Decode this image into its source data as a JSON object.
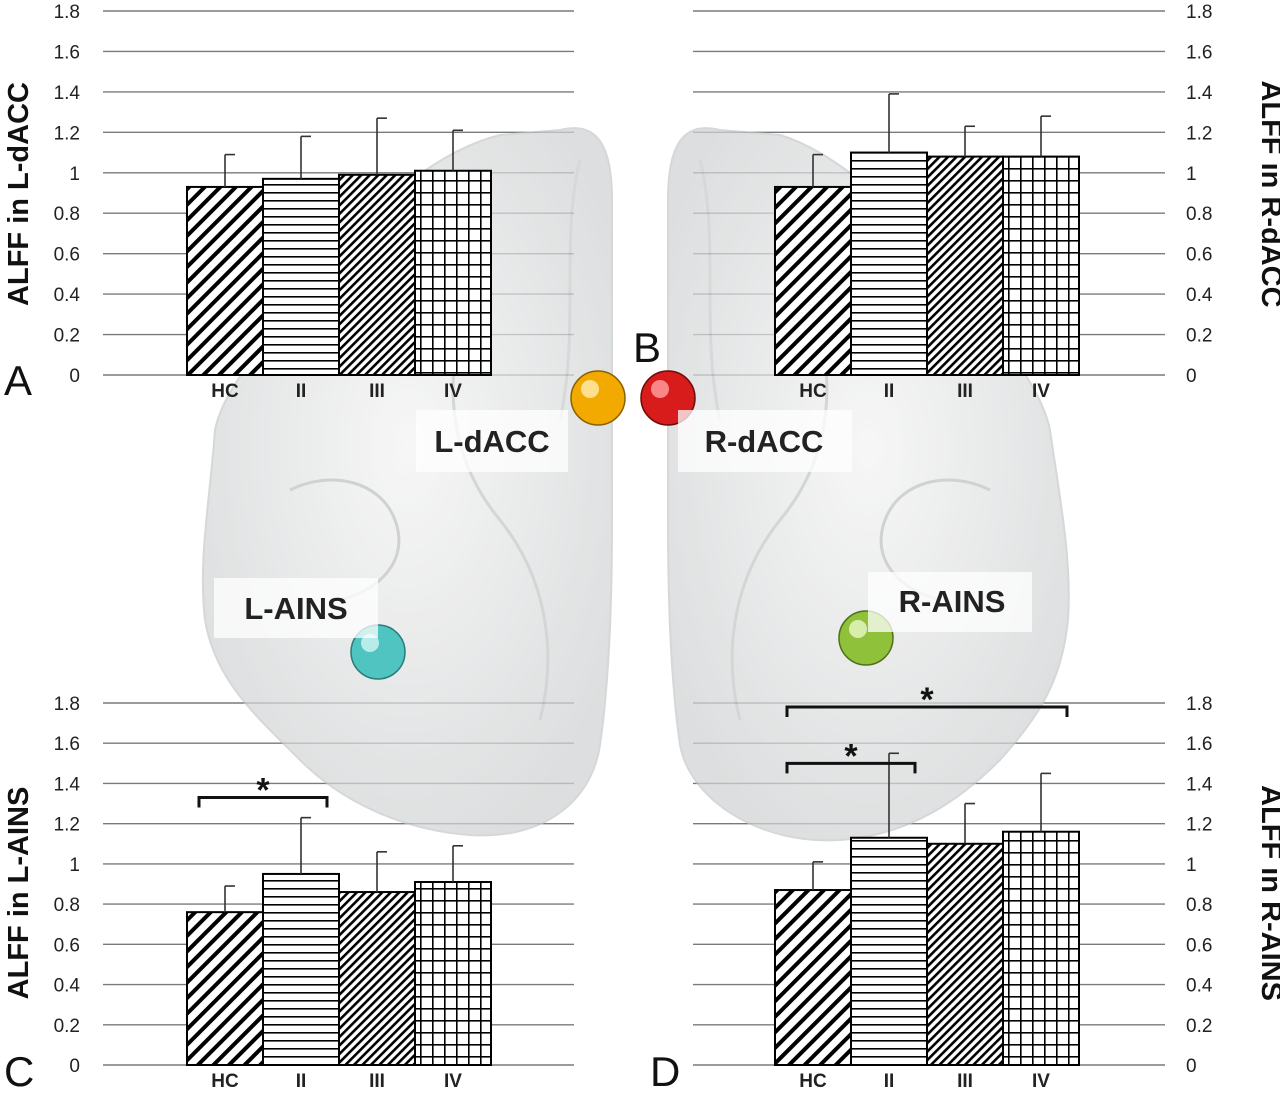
{
  "panel_letters": {
    "A": "A",
    "B": "B",
    "C": "C",
    "D": "D"
  },
  "regions": [
    {
      "label": "L-dACC",
      "color": "#f2a900"
    },
    {
      "label": "R-dACC",
      "color": "#d81b1b"
    },
    {
      "label": "L-AINS",
      "color": "#4fc4c0"
    },
    {
      "label": "R-AINS",
      "color": "#8fc13a"
    }
  ],
  "chart_data": [
    {
      "type": "bar",
      "ylabel": "ALFF in L-dACC",
      "ylim": [
        0,
        1.8
      ],
      "yticks": [
        "0",
        "0.2",
        "0.4",
        "0.6",
        "0.8",
        "1",
        "1.2",
        "1.4",
        "1.6",
        "1.8"
      ],
      "categories": [
        "HC",
        "II",
        "III",
        "IV"
      ],
      "values": [
        0.93,
        0.97,
        0.99,
        1.01
      ],
      "errors": [
        0.16,
        0.21,
        0.28,
        0.2
      ],
      "patterns": [
        "diag-wide",
        "horizontal",
        "diag-fine",
        "grid"
      ],
      "grid": true,
      "significance": []
    },
    {
      "type": "bar",
      "ylabel": "ALFF in R-dACC",
      "ylim": [
        0,
        1.8
      ],
      "yticks": [
        "0",
        "0.2",
        "0.4",
        "0.6",
        "0.8",
        "1",
        "1.2",
        "1.4",
        "1.6",
        "1.8"
      ],
      "categories": [
        "HC",
        "II",
        "III",
        "IV"
      ],
      "values": [
        0.93,
        1.1,
        1.08,
        1.08
      ],
      "errors": [
        0.16,
        0.29,
        0.15,
        0.2
      ],
      "patterns": [
        "diag-wide",
        "horizontal",
        "diag-fine",
        "grid"
      ],
      "grid": true,
      "significance": []
    },
    {
      "type": "bar",
      "ylabel": "ALFF in L-AINS",
      "ylim": [
        0,
        1.8
      ],
      "yticks": [
        "0",
        "0.2",
        "0.4",
        "0.6",
        "0.8",
        "1",
        "1.2",
        "1.4",
        "1.6",
        "1.8"
      ],
      "categories": [
        "HC",
        "II",
        "III",
        "IV"
      ],
      "values": [
        0.76,
        0.95,
        0.86,
        0.91
      ],
      "errors": [
        0.13,
        0.28,
        0.2,
        0.18
      ],
      "patterns": [
        "diag-wide",
        "horizontal",
        "diag-fine",
        "grid"
      ],
      "grid": true,
      "significance": [
        {
          "from": 0,
          "to": 1,
          "label": "*"
        }
      ]
    },
    {
      "type": "bar",
      "ylabel": "ALFF in R-AINS",
      "ylim": [
        0,
        1.8
      ],
      "yticks": [
        "0",
        "0.2",
        "0.4",
        "0.6",
        "0.8",
        "1",
        "1.2",
        "1.4",
        "1.6",
        "1.8"
      ],
      "categories": [
        "HC",
        "II",
        "III",
        "IV"
      ],
      "values": [
        0.87,
        1.13,
        1.1,
        1.16
      ],
      "errors": [
        0.14,
        0.42,
        0.2,
        0.29
      ],
      "patterns": [
        "diag-wide",
        "horizontal",
        "diag-fine",
        "grid"
      ],
      "grid": true,
      "significance": [
        {
          "from": 0,
          "to": 1,
          "label": "*"
        },
        {
          "from": 0,
          "to": 3,
          "label": "*"
        }
      ]
    }
  ]
}
